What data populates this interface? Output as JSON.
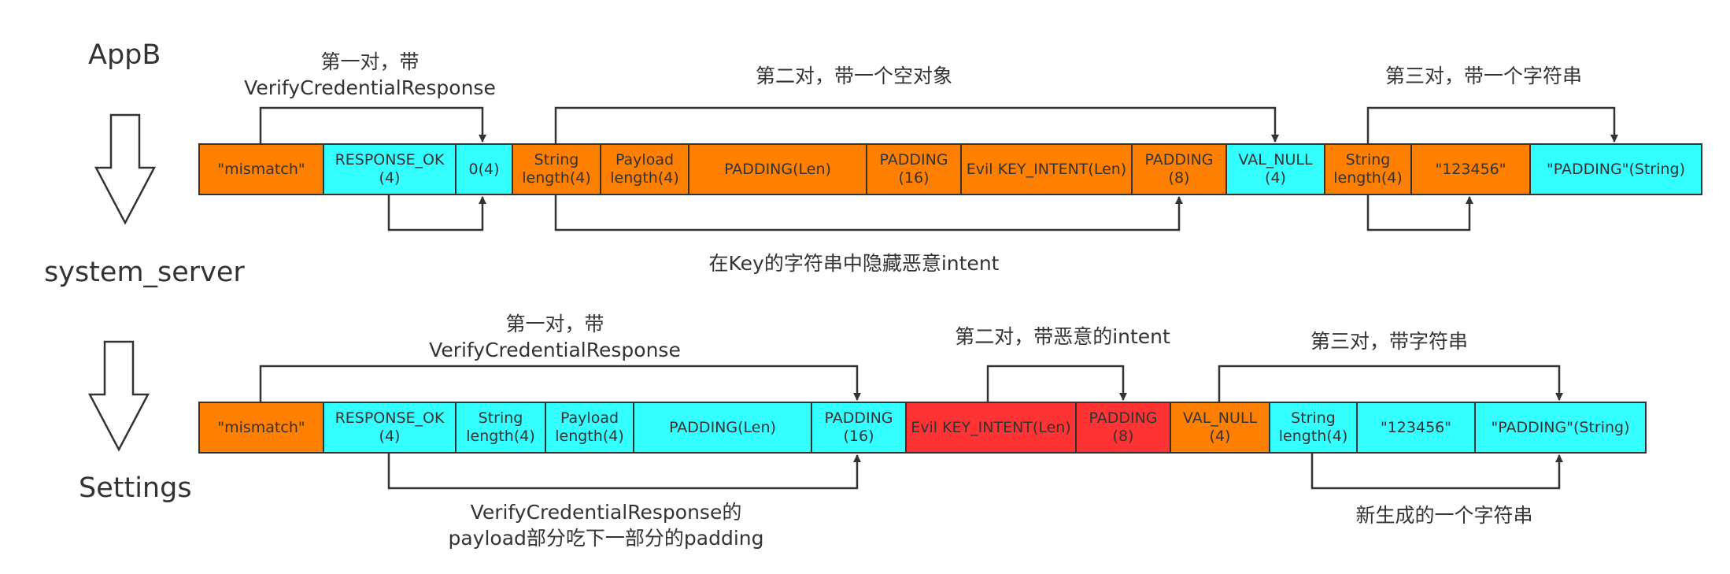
{
  "stages": {
    "appb": "AppB",
    "system_server": "system_server",
    "settings": "Settings"
  },
  "colors": {
    "orange": "#ff7f00",
    "cyan": "#33ffff",
    "red": "#ff3333",
    "line": "#333333"
  },
  "top_row": {
    "cells": [
      {
        "label": "\"mismatch\"",
        "color": "orange"
      },
      {
        "label": "RESPONSE_OK\n(4)",
        "color": "cyan"
      },
      {
        "label": "0(4)",
        "color": "cyan"
      },
      {
        "label": "String\nlength(4)",
        "color": "orange"
      },
      {
        "label": "Payload\nlength(4)",
        "color": "orange"
      },
      {
        "label": "PADDING(Len)",
        "color": "orange"
      },
      {
        "label": "PADDING\n(16)",
        "color": "orange"
      },
      {
        "label": "Evil KEY_INTENT(Len)",
        "color": "orange"
      },
      {
        "label": "PADDING\n(8)",
        "color": "orange"
      },
      {
        "label": "VAL_NULL\n(4)",
        "color": "cyan"
      },
      {
        "label": "String\nlength(4)",
        "color": "orange"
      },
      {
        "label": "\"123456\"",
        "color": "orange"
      },
      {
        "label": "\"PADDING\"(String)",
        "color": "cyan"
      }
    ],
    "notes": {
      "pair1": "第一对，带\nVerifyCredentialResponse",
      "pair2": "第二对，带一个空对象",
      "pair3": "第三对，带一个字符串",
      "hidden": "在Key的字符串中隐藏恶意intent"
    }
  },
  "bottom_row": {
    "cells": [
      {
        "label": "\"mismatch\"",
        "color": "orange"
      },
      {
        "label": "RESPONSE_OK\n(4)",
        "color": "cyan"
      },
      {
        "label": "String\nlength(4)",
        "color": "cyan"
      },
      {
        "label": "Payload\nlength(4)",
        "color": "cyan"
      },
      {
        "label": "PADDING(Len)",
        "color": "cyan"
      },
      {
        "label": "PADDING\n(16)",
        "color": "cyan"
      },
      {
        "label": "Evil KEY_INTENT(Len)",
        "color": "red"
      },
      {
        "label": "PADDING\n(8)",
        "color": "red"
      },
      {
        "label": "VAL_NULL\n(4)",
        "color": "orange"
      },
      {
        "label": "String\nlength(4)",
        "color": "cyan"
      },
      {
        "label": "\"123456\"",
        "color": "cyan"
      },
      {
        "label": "\"PADDING\"(String)",
        "color": "cyan"
      }
    ],
    "notes": {
      "pair1": "第一对，带\nVerifyCredentialResponse",
      "pair2": "第二对，带恶意的intent",
      "pair3": "第三对，带字符串",
      "payload": "VerifyCredentialResponse的\npayload部分吃下一部分的padding",
      "new_string": "新生成的一个字符串"
    }
  }
}
